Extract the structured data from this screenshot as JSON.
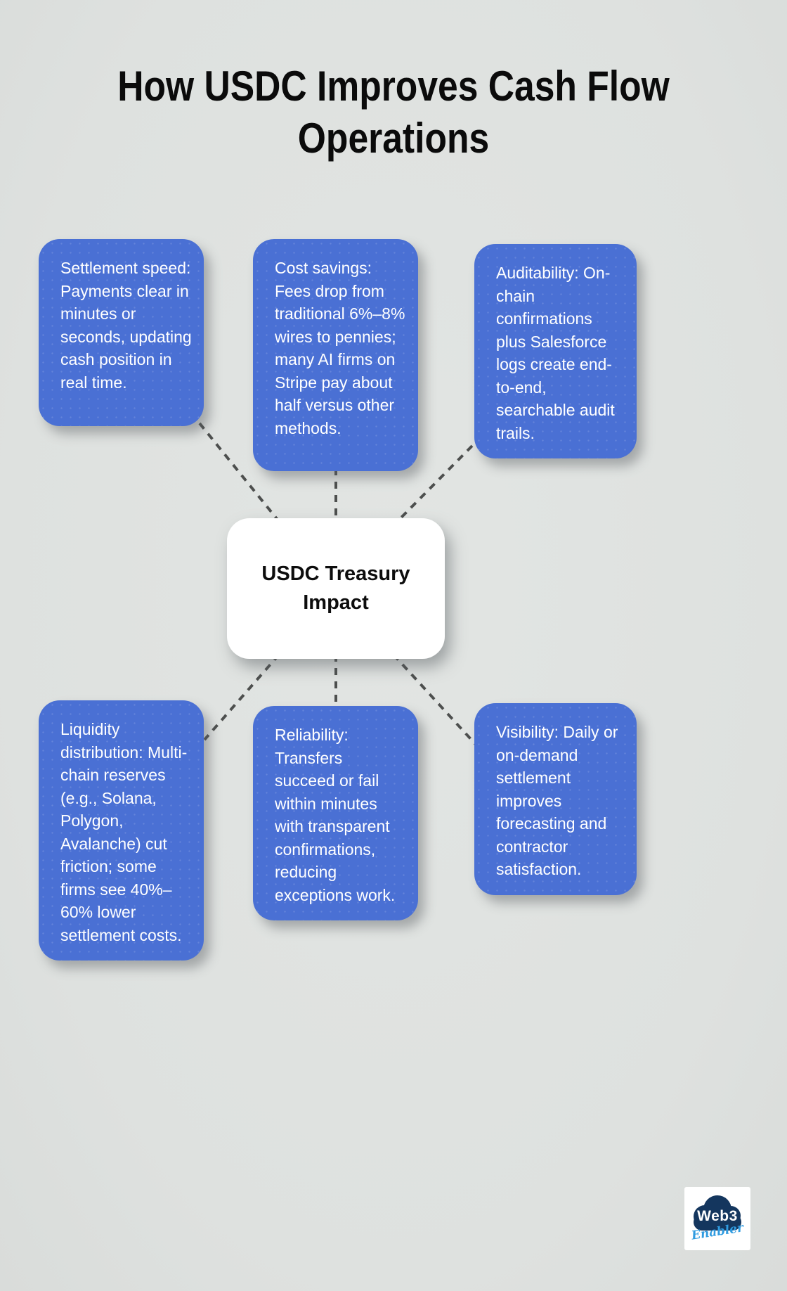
{
  "title": "How USDC Improves Cash Flow Operations",
  "center_node": {
    "label": "USDC Treasury Impact"
  },
  "nodes": [
    {
      "id": "settlement-speed",
      "text": "Settlement speed: Payments clear in minutes or seconds, updating cash position in real time."
    },
    {
      "id": "cost-savings",
      "text": "Cost savings: Fees drop from traditional 6%–8% wires to pennies; many AI firms on Stripe pay about half versus other methods."
    },
    {
      "id": "auditability",
      "text": "Auditability: On-chain confirmations plus Salesforce logs create end-to-end, searchable audit trails."
    },
    {
      "id": "liquidity-distribution",
      "text": "Liquidity distribution: Multi-chain reserves (e.g., Solana, Polygon, Avalanche) cut friction; some firms see 40%–60% lower settlement costs."
    },
    {
      "id": "reliability",
      "text": "Reliability: Transfers succeed or fail within minutes with transparent confirmations, reducing exceptions work."
    },
    {
      "id": "visibility",
      "text": "Visibility: Daily or on-demand settlement improves forecasting and contractor satisfaction."
    }
  ],
  "logo": {
    "line1": "Web3",
    "line2": "Enabler"
  },
  "colors": {
    "background": "#e0e3e1",
    "node_fill": "#4a70d4",
    "node_text": "#ffffff",
    "center_fill": "#ffffff",
    "center_text": "#0d0d0d",
    "connector": "#4d4f4e",
    "title_text": "#0b0b0b",
    "logo_cloud_navy": "#14365e",
    "logo_script_blue": "#2f9be0"
  }
}
